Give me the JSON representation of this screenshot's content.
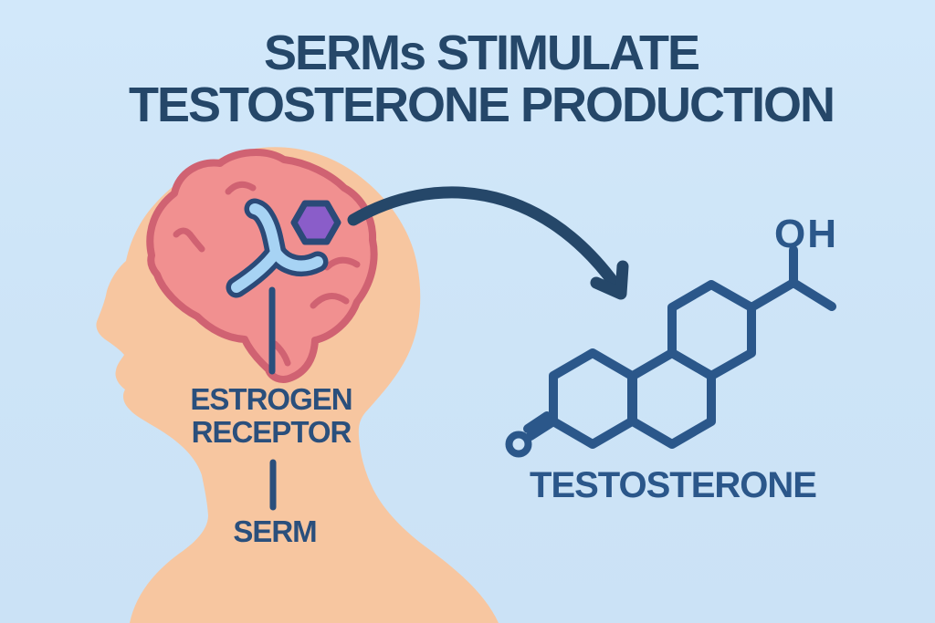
{
  "title": {
    "line1": "SERMs STIMULATE",
    "line2": "TESTOSTERONE PRODUCTION"
  },
  "diagram": {
    "receptor_label": {
      "line1": "ESTROGEN",
      "line2": "RECEPTOR"
    },
    "serm_label": "SERM",
    "hydroxyl_label": "OH",
    "molecule_label": "TESTOSTERONE",
    "icons": [
      "head-silhouette",
      "brain-icon",
      "estrogen-receptor-y-icon",
      "serm-hexagon-icon",
      "receptor-connector-line",
      "serm-connector-line",
      "curved-arrow-icon",
      "testosterone-structure-icon",
      "ketone-oxygen-icon"
    ]
  },
  "colors": {
    "background": "#cde4f7",
    "title_navy": "#254769",
    "label_navy": "#2a4f7c",
    "structure_blue": "#2b578a",
    "arrow_navy": "#254769",
    "skin": "#f7c6a0",
    "brain_fill": "#f19090",
    "brain_outline": "#d06272",
    "receptor_fill": "#a7d3f4",
    "receptor_outline": "#2b4a78",
    "serm_purple": "#8a5dc9"
  }
}
